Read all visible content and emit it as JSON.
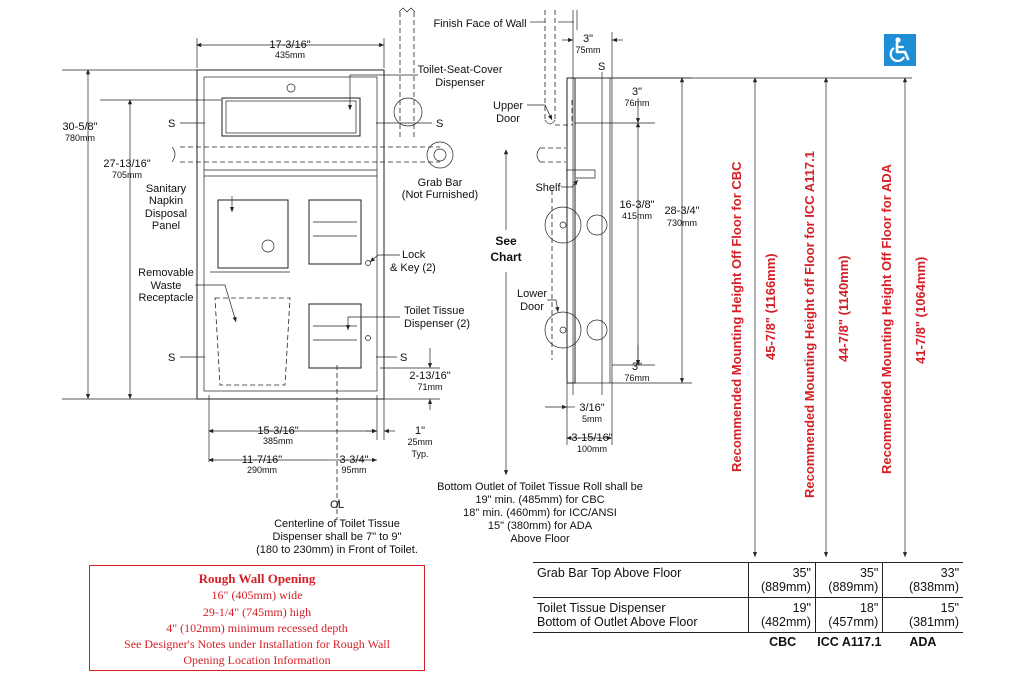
{
  "colors": {
    "accent_red": "#d41f26",
    "ada_blue": "#1e8fd6",
    "line": "#222222"
  },
  "front": {
    "width_top": "17-3/16\"",
    "width_top_mm": "435mm",
    "height_outer": "30-5/8\"",
    "height_outer_mm": "780mm",
    "height_inner": "27-13/16\"",
    "height_inner_mm": "705mm",
    "seat_cover": "Toilet-Seat-Cover",
    "seat_cover2": "Dispenser",
    "s": "S",
    "grab_bar": "Grab Bar",
    "grab_bar2": "(Not Furnished)",
    "napkin1": "Sanitary",
    "napkin2": "Napkin",
    "napkin3": "Disposal",
    "napkin4": "Panel",
    "waste1": "Removable",
    "waste2": "Waste",
    "waste3": "Receptacle",
    "lock1": "Lock",
    "lock2": "& Key (2)",
    "tissue1": "Toilet Tissue",
    "tissue2": "Dispenser (2)",
    "d_2_13": "2-13/16\"",
    "d_2_13mm": "71mm",
    "d_15": "15-3/16\"",
    "d_15mm": "385mm",
    "d_1": "1\"",
    "d_1mm": "25mm",
    "d_typ": "Typ.",
    "d_11": "11-7/16\"",
    "d_11mm": "290mm",
    "d_3": "3-3/4\"",
    "d_3mm": "95mm",
    "cl": "C̸L",
    "cl1": "Centerline of Toilet Tissue",
    "cl2": "Dispenser shall be 7\" to 9\"",
    "cl3": "(180 to 230mm) in Front of Toilet."
  },
  "side": {
    "finish": "Finish Face of Wall",
    "d3a": "3\"",
    "d3a_mm": "75mm",
    "d3b": "3\"",
    "d3b_mm": "76mm",
    "d16": "16-3/8\"",
    "d16_mm": "415mm",
    "d28": "28-3/4\"",
    "d28_mm": "730mm",
    "d3c": "3\"",
    "d3c_mm": "76mm",
    "upper1": "Upper",
    "upper2": "Door",
    "shelf": "Shelf",
    "see1": "See",
    "see2": "Chart",
    "lower1": "Lower",
    "lower2": "Door",
    "d316": "3/16\"",
    "d316_mm": "5mm",
    "d3_15": "3-15/16\"",
    "d3_15_mm": "100mm",
    "s": "S",
    "outlet1": "Bottom Outlet of Toilet Tissue Roll shall be",
    "outlet2": "19\" min. (485mm) for CBC",
    "outlet3": "18\" min. (460mm) for ICC/ANSI",
    "outlet4": "15\" (380mm) for ADA",
    "outlet5": "Above Floor"
  },
  "heights": {
    "cbc_label": "Recommended Mounting Height Off Floor for CBC",
    "cbc_val": "45-7/8\" (1166mm)",
    "icc_label": "Recommended Mounting Height off Floor for ICC A117.1",
    "icc_val": "44-7/8\" (1140mm)",
    "ada_label": "Recommended Mounting Height Off Floor for ADA",
    "ada_val": "41-7/8\" (1064mm)"
  },
  "rough": {
    "title": "Rough Wall Opening",
    "l1": "16\" (405mm) wide",
    "l2": "29-1/4\" (745mm) high",
    "l3": "4\" (102mm) minimum recessed depth",
    "l4": "See Designer's Notes under Installation for Rough Wall",
    "l5": "Opening Location Information"
  },
  "table": {
    "r1": {
      "label": "Grab Bar Top Above Floor",
      "cbc": "35\" (889mm)",
      "icc": "35\" (889mm)",
      "ada": "33\" (838mm)"
    },
    "r2": {
      "label1": "Toilet Tissue Dispenser",
      "label2": "Bottom of Outlet Above Floor",
      "cbc": "19\" (482mm)",
      "icc": "18\" (457mm)",
      "ada": "15\" (381mm)"
    },
    "h_cbc": "CBC",
    "h_icc": "ICC A117.1",
    "h_ada": "ADA"
  },
  "icons": {
    "accessibility": "wheelchair-icon"
  }
}
